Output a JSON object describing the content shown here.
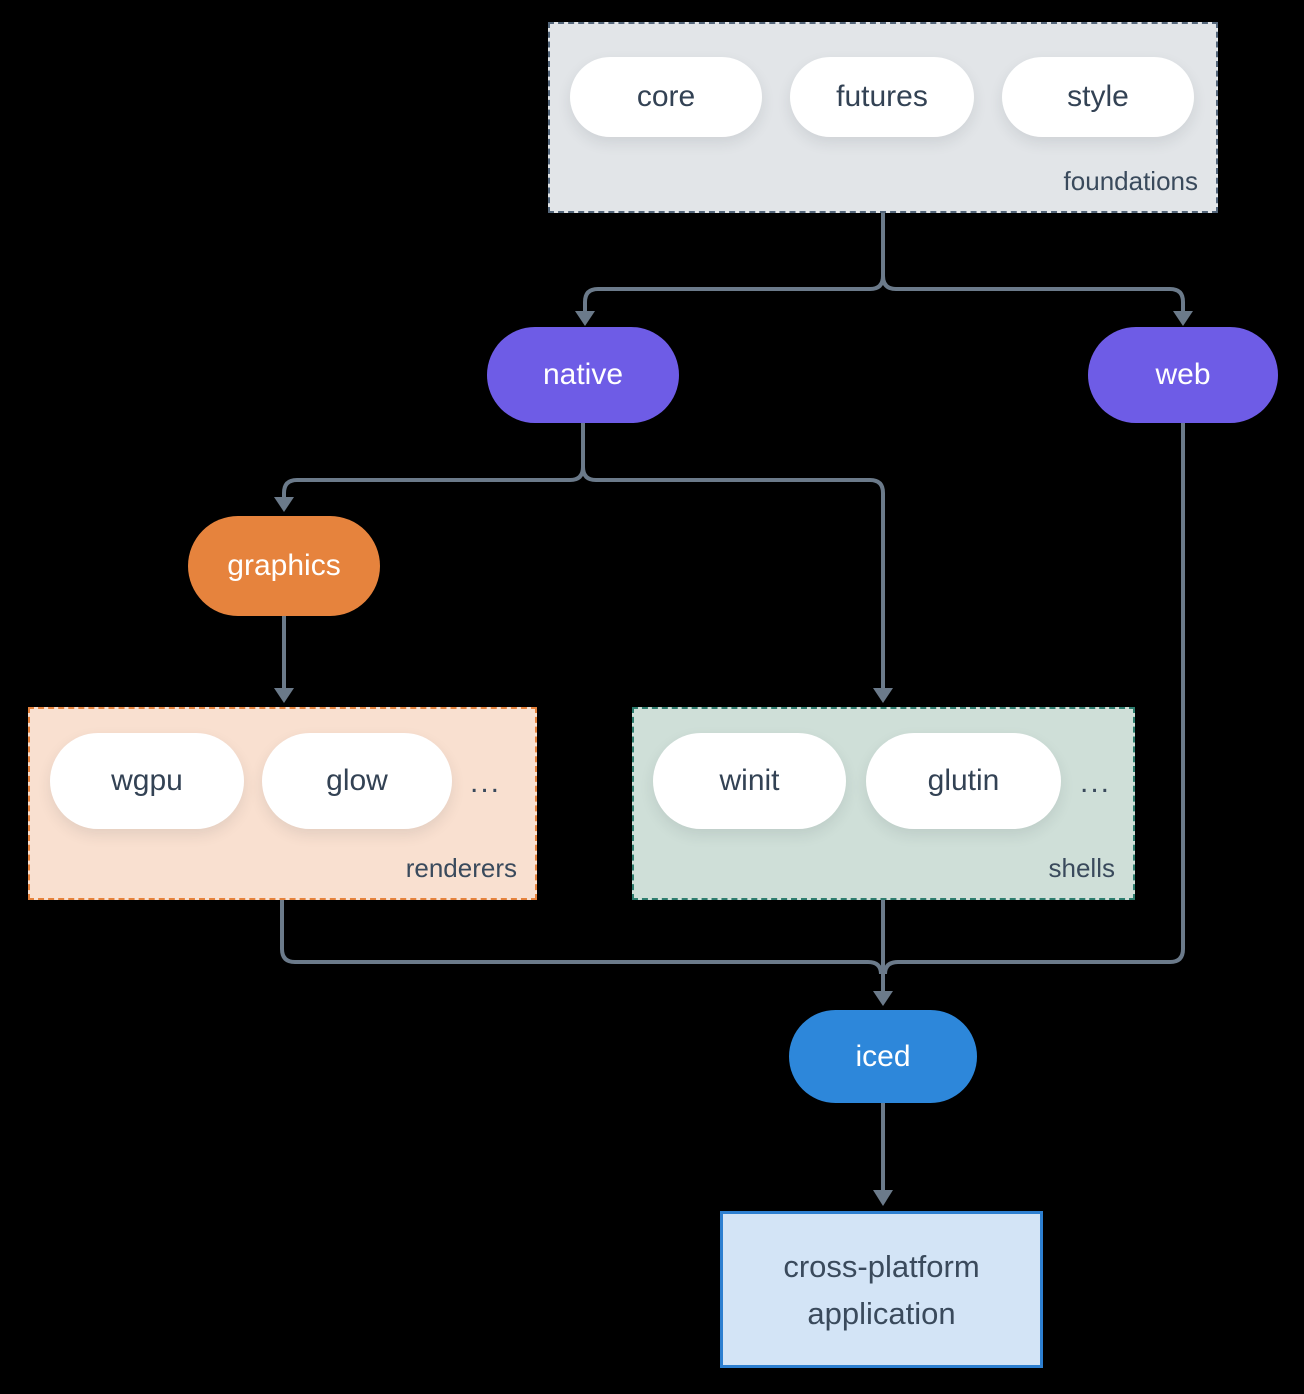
{
  "groups": {
    "foundations": {
      "label": "foundations",
      "items": [
        "core",
        "futures",
        "style"
      ]
    },
    "renderers": {
      "label": "renderers",
      "items": [
        "wgpu",
        "glow"
      ],
      "ellipsis": "..."
    },
    "shells": {
      "label": "shells",
      "items": [
        "winit",
        "glutin"
      ],
      "ellipsis": "..."
    }
  },
  "nodes": {
    "native": "native",
    "web": "web",
    "graphics": "graphics",
    "iced": "iced",
    "application": "cross-platform application"
  },
  "colors": {
    "background": "#000000",
    "connector_line": "#6b7a8a",
    "foundations_fill": "#e2e5e8",
    "foundations_border": "#54667a",
    "purple_node": "#6e5ce6",
    "orange_node": "#e6833d",
    "renderers_fill": "#f9e0d0",
    "renderers_border": "#e5823c",
    "shells_fill": "#cfdfd8",
    "shells_border": "#2e7d6e",
    "iced_blue": "#2d87da",
    "application_fill": "#d3e4f6",
    "application_border": "#2d7fd0",
    "dark_text": "#3a4a5c",
    "light_text": "#ffffff",
    "white_pill": "#ffffff"
  }
}
